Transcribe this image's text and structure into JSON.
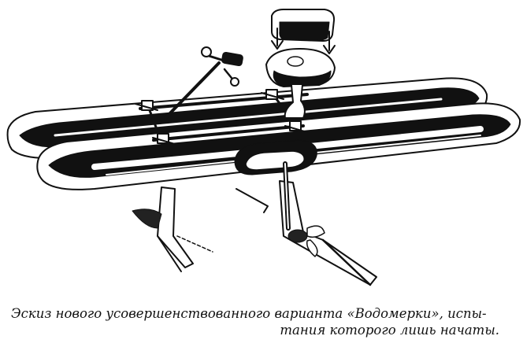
{
  "illustration": {
    "subject": "vodomerka-hydrofoil-skis"
  },
  "caption": {
    "line1": "Эскиз нового усовершенствованного варианта «Водомерки», испы-",
    "line2": "тания которого лишь начаты."
  },
  "colors": {
    "ink": "#111111",
    "paper": "#ffffff"
  }
}
